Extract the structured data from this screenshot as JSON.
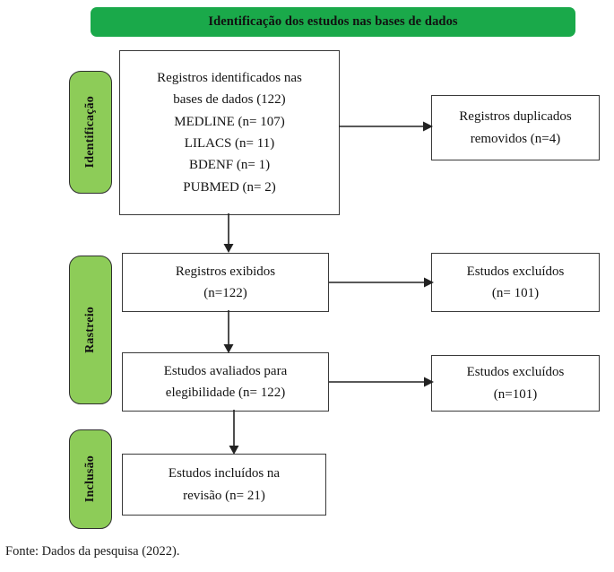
{
  "banner": {
    "title": "Identificação dos estudos nas bases de dados"
  },
  "stages": {
    "identification": "Identificação",
    "screening": "Rastreio",
    "inclusion": "Inclusão"
  },
  "boxes": {
    "identified": {
      "lines": [
        "Registros identificados nas",
        "bases de dados (122)",
        "MEDLINE (n= 107)",
        "LILACS (n= 11)",
        "BDENF (n= 1)",
        "PUBMED (n= 2)"
      ]
    },
    "duplicates": {
      "lines": [
        "Registros duplicados",
        "removidos (n=4)"
      ]
    },
    "screened": {
      "lines": [
        "Registros exibidos",
        "(n=122)"
      ]
    },
    "excluded_1": {
      "lines": [
        "Estudos excluídos",
        "(n= 101)"
      ]
    },
    "eligibility": {
      "lines": [
        "Estudos avaliados para",
        "elegibilidade (n= 122)"
      ]
    },
    "excluded_2": {
      "lines": [
        "Estudos excluídos",
        "(n=101)"
      ]
    },
    "included": {
      "lines": [
        "Estudos incluídos na",
        "revisão (n= 21)"
      ]
    }
  },
  "footer": {
    "source": "Fonte: Dados da pesquisa (2022)."
  },
  "colors": {
    "banner_green": "#1aa94a",
    "stage_green": "#8dcc58",
    "box_border": "#3a3a3a",
    "arrow": "#222222"
  }
}
